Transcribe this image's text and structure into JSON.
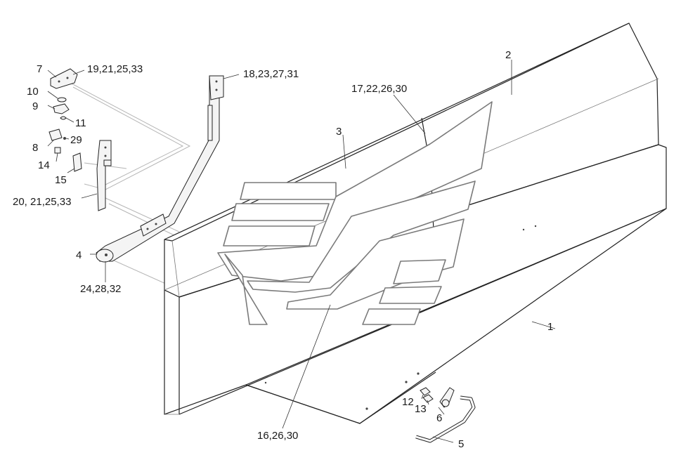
{
  "callouts": [
    {
      "id": "c1",
      "text": "1"
    },
    {
      "id": "c2",
      "text": "2"
    },
    {
      "id": "c3",
      "text": "3"
    },
    {
      "id": "c4",
      "text": "4"
    },
    {
      "id": "c5",
      "text": "5"
    },
    {
      "id": "c6",
      "text": "6"
    },
    {
      "id": "c7",
      "text": "7"
    },
    {
      "id": "c8",
      "text": "8"
    },
    {
      "id": "c9",
      "text": "9"
    },
    {
      "id": "c10",
      "text": "10"
    },
    {
      "id": "c11",
      "text": "11"
    },
    {
      "id": "c12",
      "text": "12"
    },
    {
      "id": "c13",
      "text": "13"
    },
    {
      "id": "c14",
      "text": "14"
    },
    {
      "id": "c15",
      "text": "15"
    },
    {
      "id": "c29",
      "text": "29"
    },
    {
      "id": "c16_26_30",
      "text": "16,26,30"
    },
    {
      "id": "c17_22_26_30",
      "text": "17,22,26,30"
    },
    {
      "id": "c18_23_27_31",
      "text": "18,23,27,31"
    },
    {
      "id": "c19_21_25_33",
      "text": "19,21,25,33"
    },
    {
      "id": "c20_21_25_33",
      "text": "20, 21,25,33"
    },
    {
      "id": "c24_28_32",
      "text": "24,28,32"
    }
  ]
}
